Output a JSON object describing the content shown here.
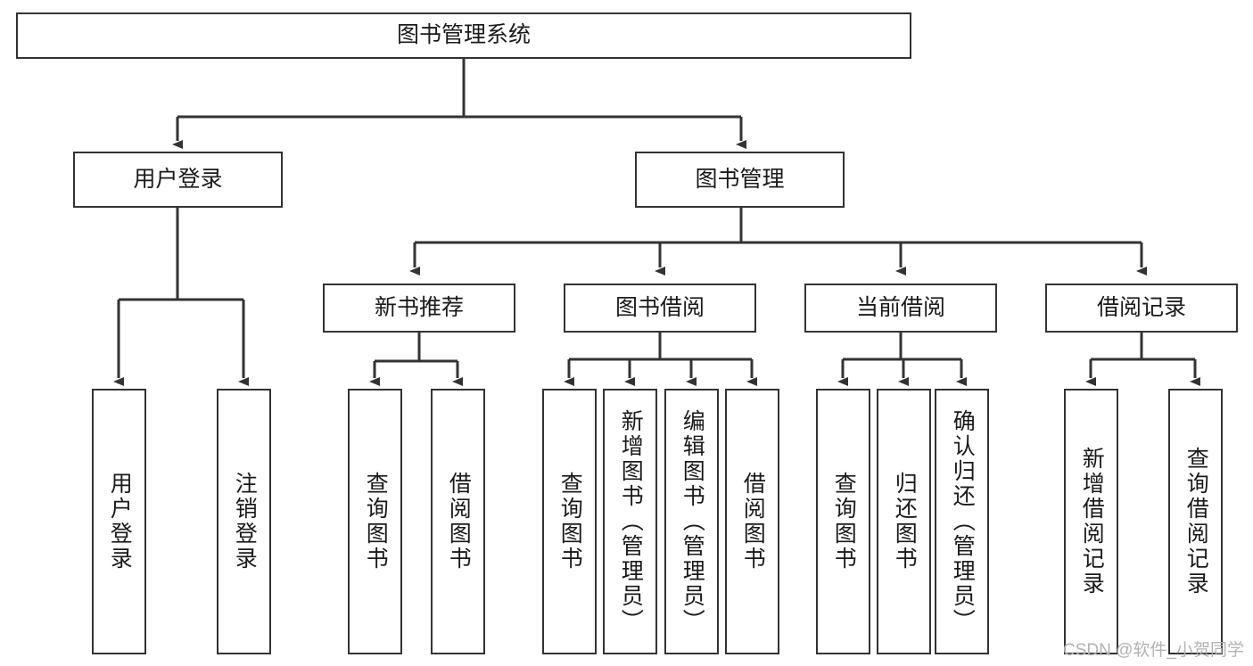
{
  "diagram": {
    "title": "图书管理系统",
    "type": "hierarchy-tree",
    "orientation": "top-down",
    "colors": {
      "box_border": "#333333",
      "box_fill": "#ffffff",
      "connector": "#333333",
      "text": "#1a1a1a",
      "watermark": "#b3b3b3",
      "background": "#ffffff"
    },
    "root": {
      "label": "图书管理系统"
    },
    "level2": [
      {
        "label": "用户登录"
      },
      {
        "label": "图书管理"
      }
    ],
    "level3": [
      {
        "label": "新书推荐"
      },
      {
        "label": "图书借阅"
      },
      {
        "label": "当前借阅"
      },
      {
        "label": "借阅记录"
      }
    ],
    "leaves": {
      "user_login": [
        {
          "label": "用户登录"
        },
        {
          "label": "注销登录"
        }
      ],
      "new_book_recommend": [
        {
          "label": "查询图书"
        },
        {
          "label": "借阅图书"
        }
      ],
      "book_borrow": [
        {
          "label": "查询图书"
        },
        {
          "label": "新增图书（管理员）"
        },
        {
          "label": "编辑图书（管理员）"
        },
        {
          "label": "借阅图书"
        }
      ],
      "current_borrow": [
        {
          "label": "查询图书"
        },
        {
          "label": "归还图书"
        },
        {
          "label": "确认归还（管理员）"
        }
      ],
      "borrow_record": [
        {
          "label": "新增借阅记录"
        },
        {
          "label": "查询借阅记录"
        }
      ]
    }
  },
  "watermark": {
    "text": "CSDN @软件_小贺同学"
  }
}
